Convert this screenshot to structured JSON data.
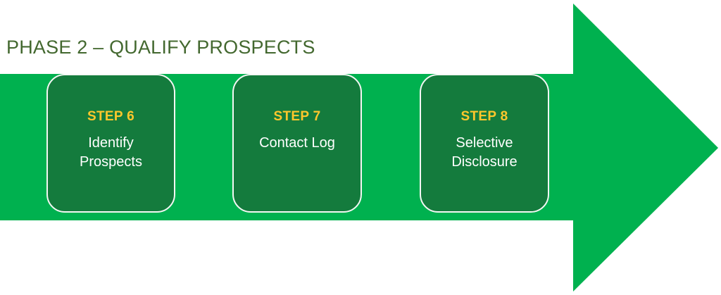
{
  "diagram": {
    "title": "PHASE 2 – QUALIFY PROSPECTS",
    "title_color": "#43682F",
    "arrow": {
      "name": "process-arrow",
      "direction": "right",
      "fill_color": "#00B14F"
    },
    "box_style": {
      "fill_color": "#147B3D",
      "border_color": "#F4F7F4",
      "label_color": "#FFC72C",
      "description_color": "#FFFFFF"
    },
    "steps": [
      {
        "label": "STEP 6",
        "description": "Identify\nProspects"
      },
      {
        "label": "STEP 7",
        "description": "Contact Log"
      },
      {
        "label": "STEP 8",
        "description": "Selective\nDisclosure"
      }
    ]
  }
}
